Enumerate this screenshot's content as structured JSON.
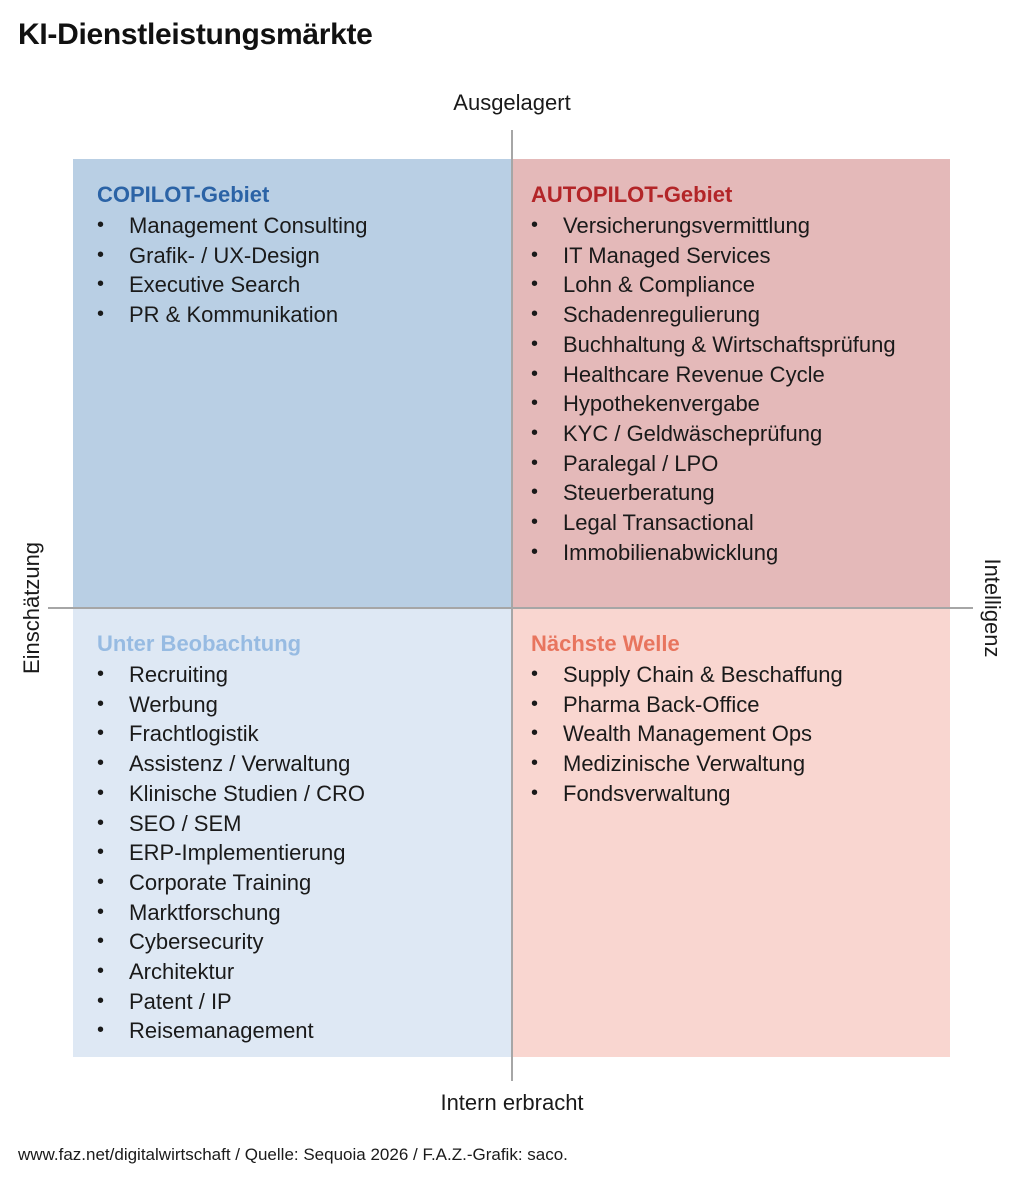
{
  "title": "KI-Dienstleistungsmärkte",
  "axes": {
    "top": "Ausgelagert",
    "bottom": "Intern erbracht",
    "left": "Einschätzung",
    "right": "Intelligenz"
  },
  "quadrants": {
    "copilot": {
      "heading": "COPILOT-Gebiet",
      "color": "#2b63a6",
      "background": "#b9cfe4",
      "items": [
        "Management Consulting",
        "Grafik- / UX-Design",
        "Executive Search",
        "PR & Kommunikation"
      ]
    },
    "autopilot": {
      "heading": "AUTOPILOT-Gebiet",
      "color": "#b32528",
      "background": "#e4b9b9",
      "items": [
        "Versicherungsvermittlung",
        "IT Managed Services",
        "Lohn & Compliance",
        "Schadenregulierung",
        "Buchhaltung & Wirtschaftsprüfung",
        "Healthcare Revenue Cycle",
        "Hypothekenvergabe",
        "KYC / Geldwäscheprüfung",
        "Paralegal / LPO",
        "Steuerberatung",
        "Legal Transactional",
        "Immobilienabwicklung"
      ]
    },
    "watch": {
      "heading": "Unter Beobachtung",
      "color": "#97bbe2",
      "background": "#dee8f4",
      "items": [
        "Recruiting",
        "Werbung",
        "Frachtlogistik",
        "Assistenz / Verwaltung",
        "Klinische Studien / CRO",
        "SEO / SEM",
        "ERP-Implementierung",
        "Corporate Training",
        "Marktforschung",
        "Cybersecurity",
        "Architektur",
        "Patent / IP",
        "Reisemanagement"
      ]
    },
    "next": {
      "heading": "Nächste Welle",
      "color": "#e8755e",
      "background": "#f9d6d0",
      "items": [
        "Supply Chain & Beschaffung",
        "Pharma Back-Office",
        "Wealth Management Ops",
        "Medizinische Verwaltung",
        "Fondsverwaltung"
      ]
    }
  },
  "source": "www.faz.net/digitalwirtschaft / Quelle: Sequoia 2026 / F.A.Z.-Grafik: saco."
}
